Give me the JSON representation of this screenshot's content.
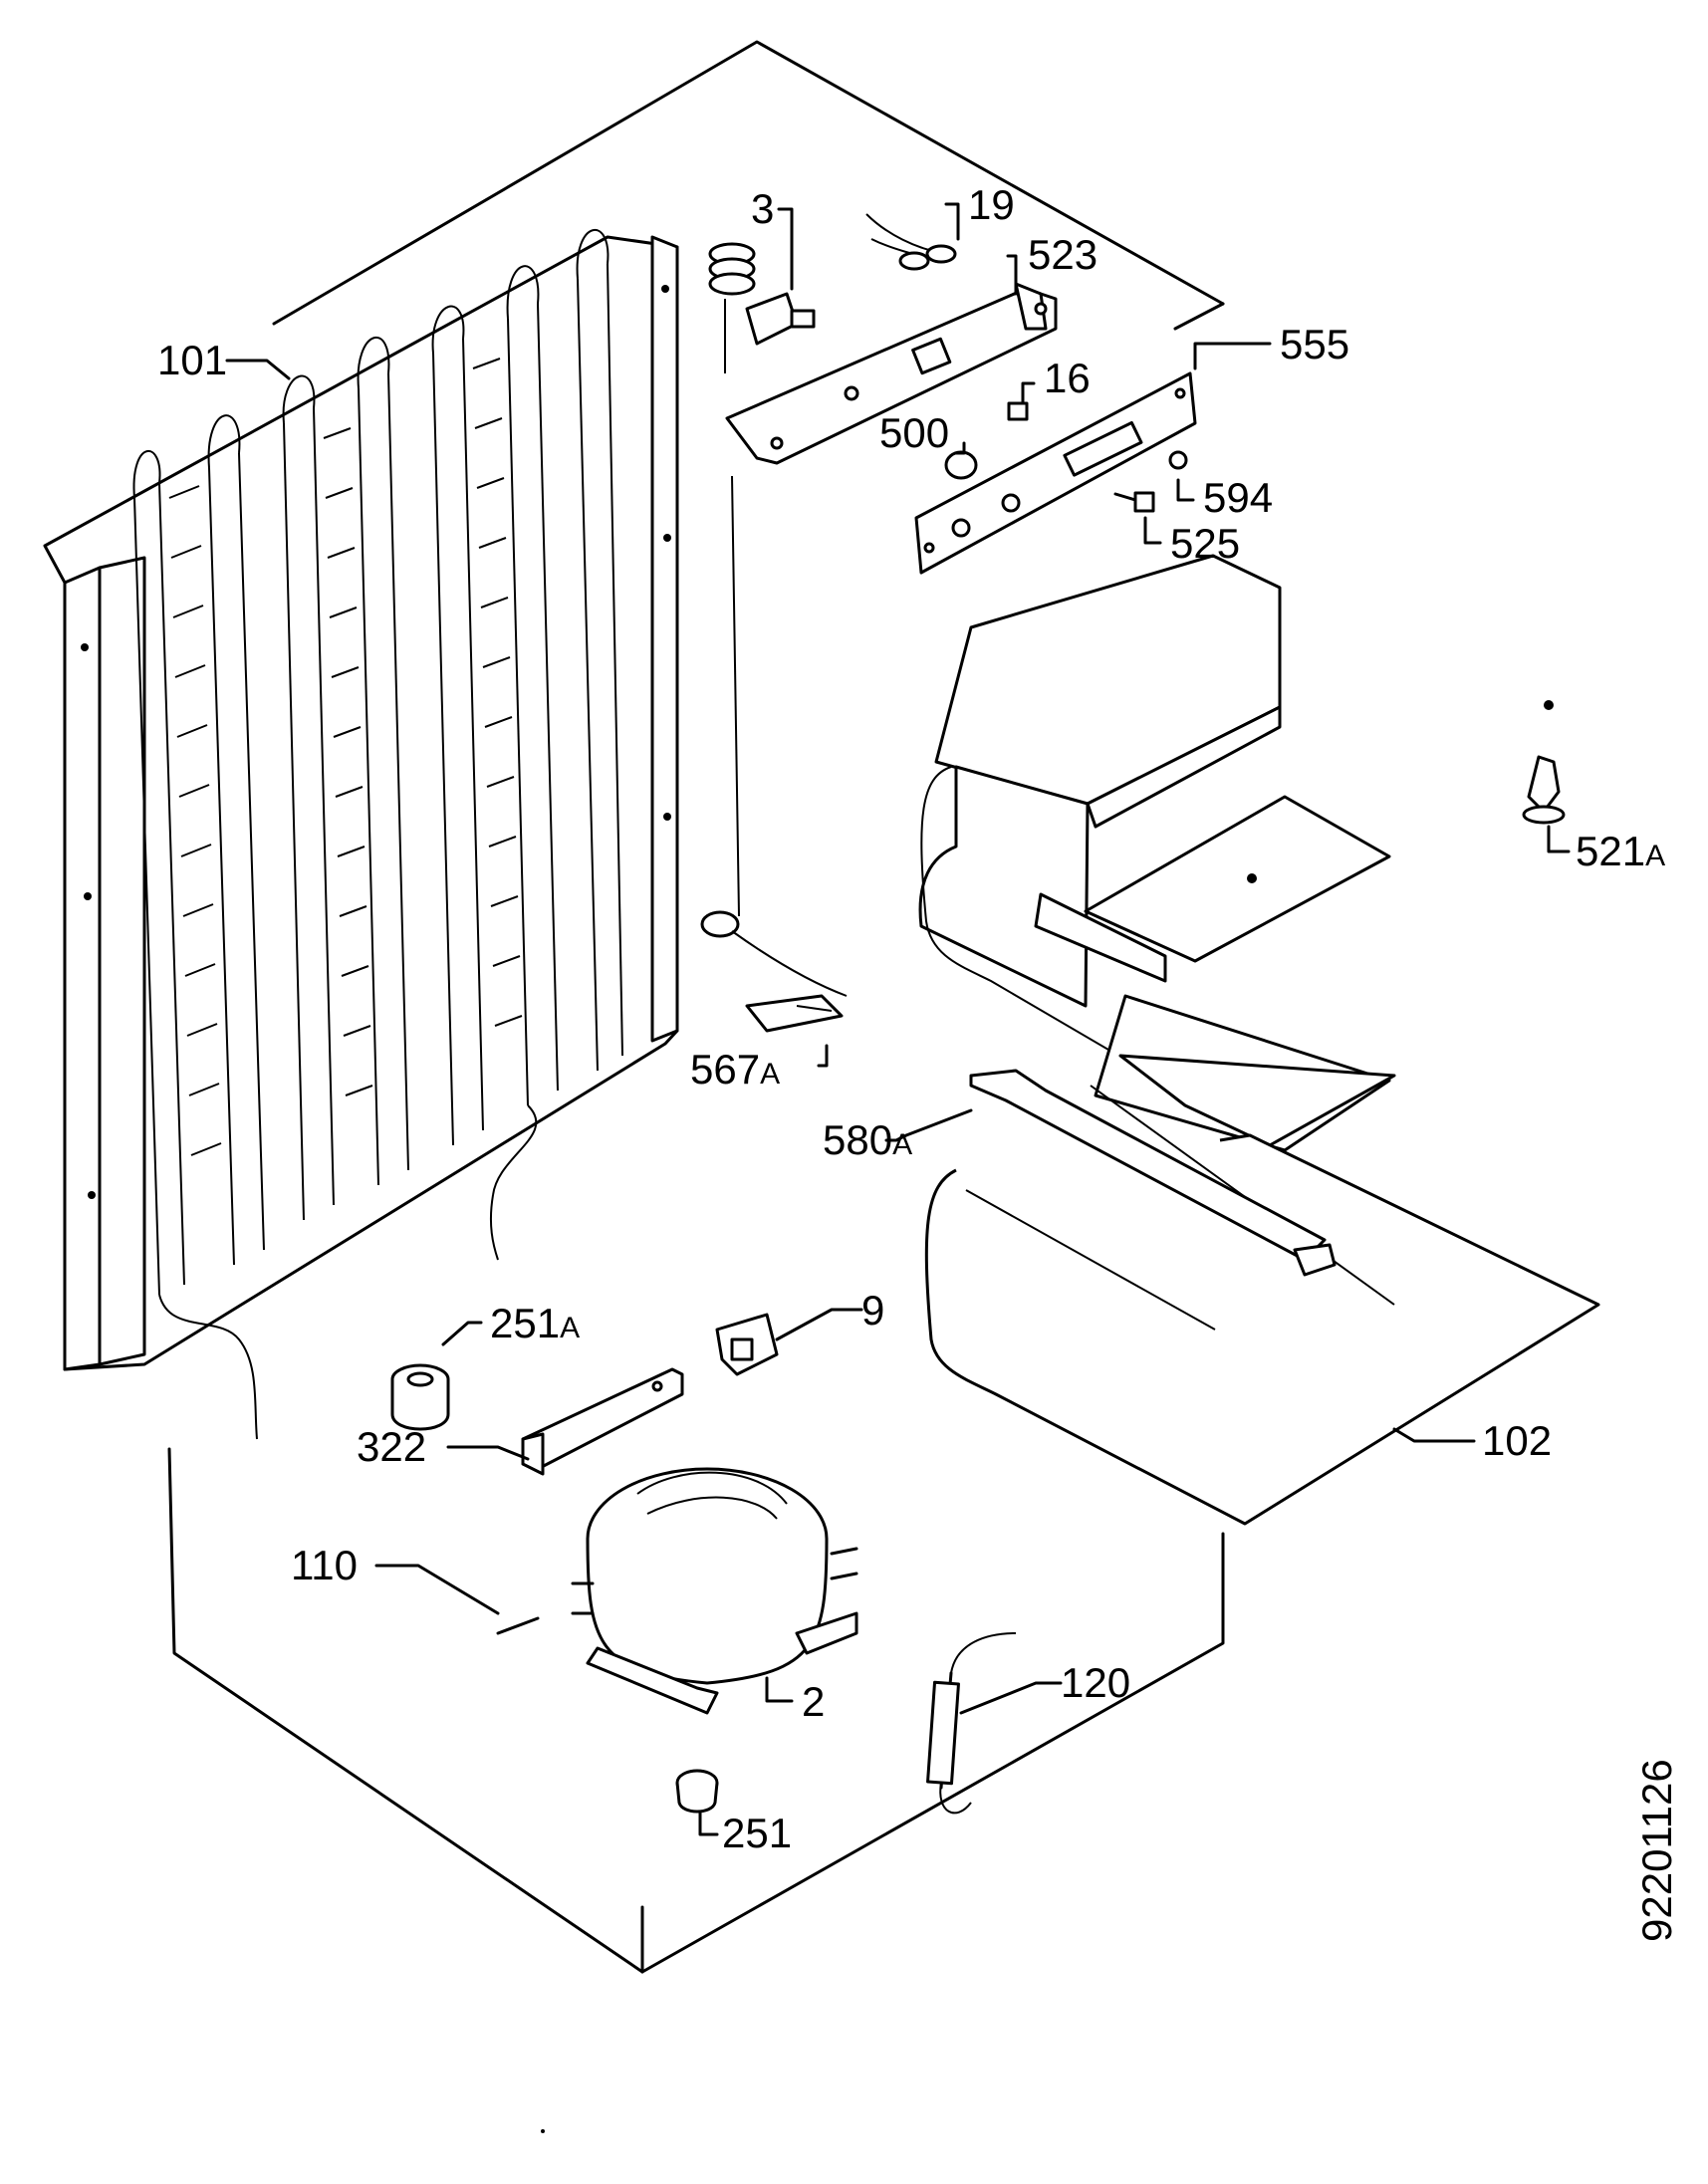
{
  "drawing_number": "92201126",
  "labels": {
    "l101": "101",
    "l3": "3",
    "l19": "19",
    "l523": "523",
    "l555": "555",
    "l16": "16",
    "l500": "500",
    "l594": "594",
    "l525": "525",
    "l521a_num": "521",
    "l521a_suf": "A",
    "l567a_num": "567",
    "l567a_suf": "A",
    "l580a_num": "580",
    "l580a_suf": "A",
    "l251a_num": "251",
    "l251a_suf": "A",
    "l9": "9",
    "l322": "322",
    "l102": "102",
    "l110": "110",
    "l2": "2",
    "l120": "120",
    "l251": "251"
  }
}
